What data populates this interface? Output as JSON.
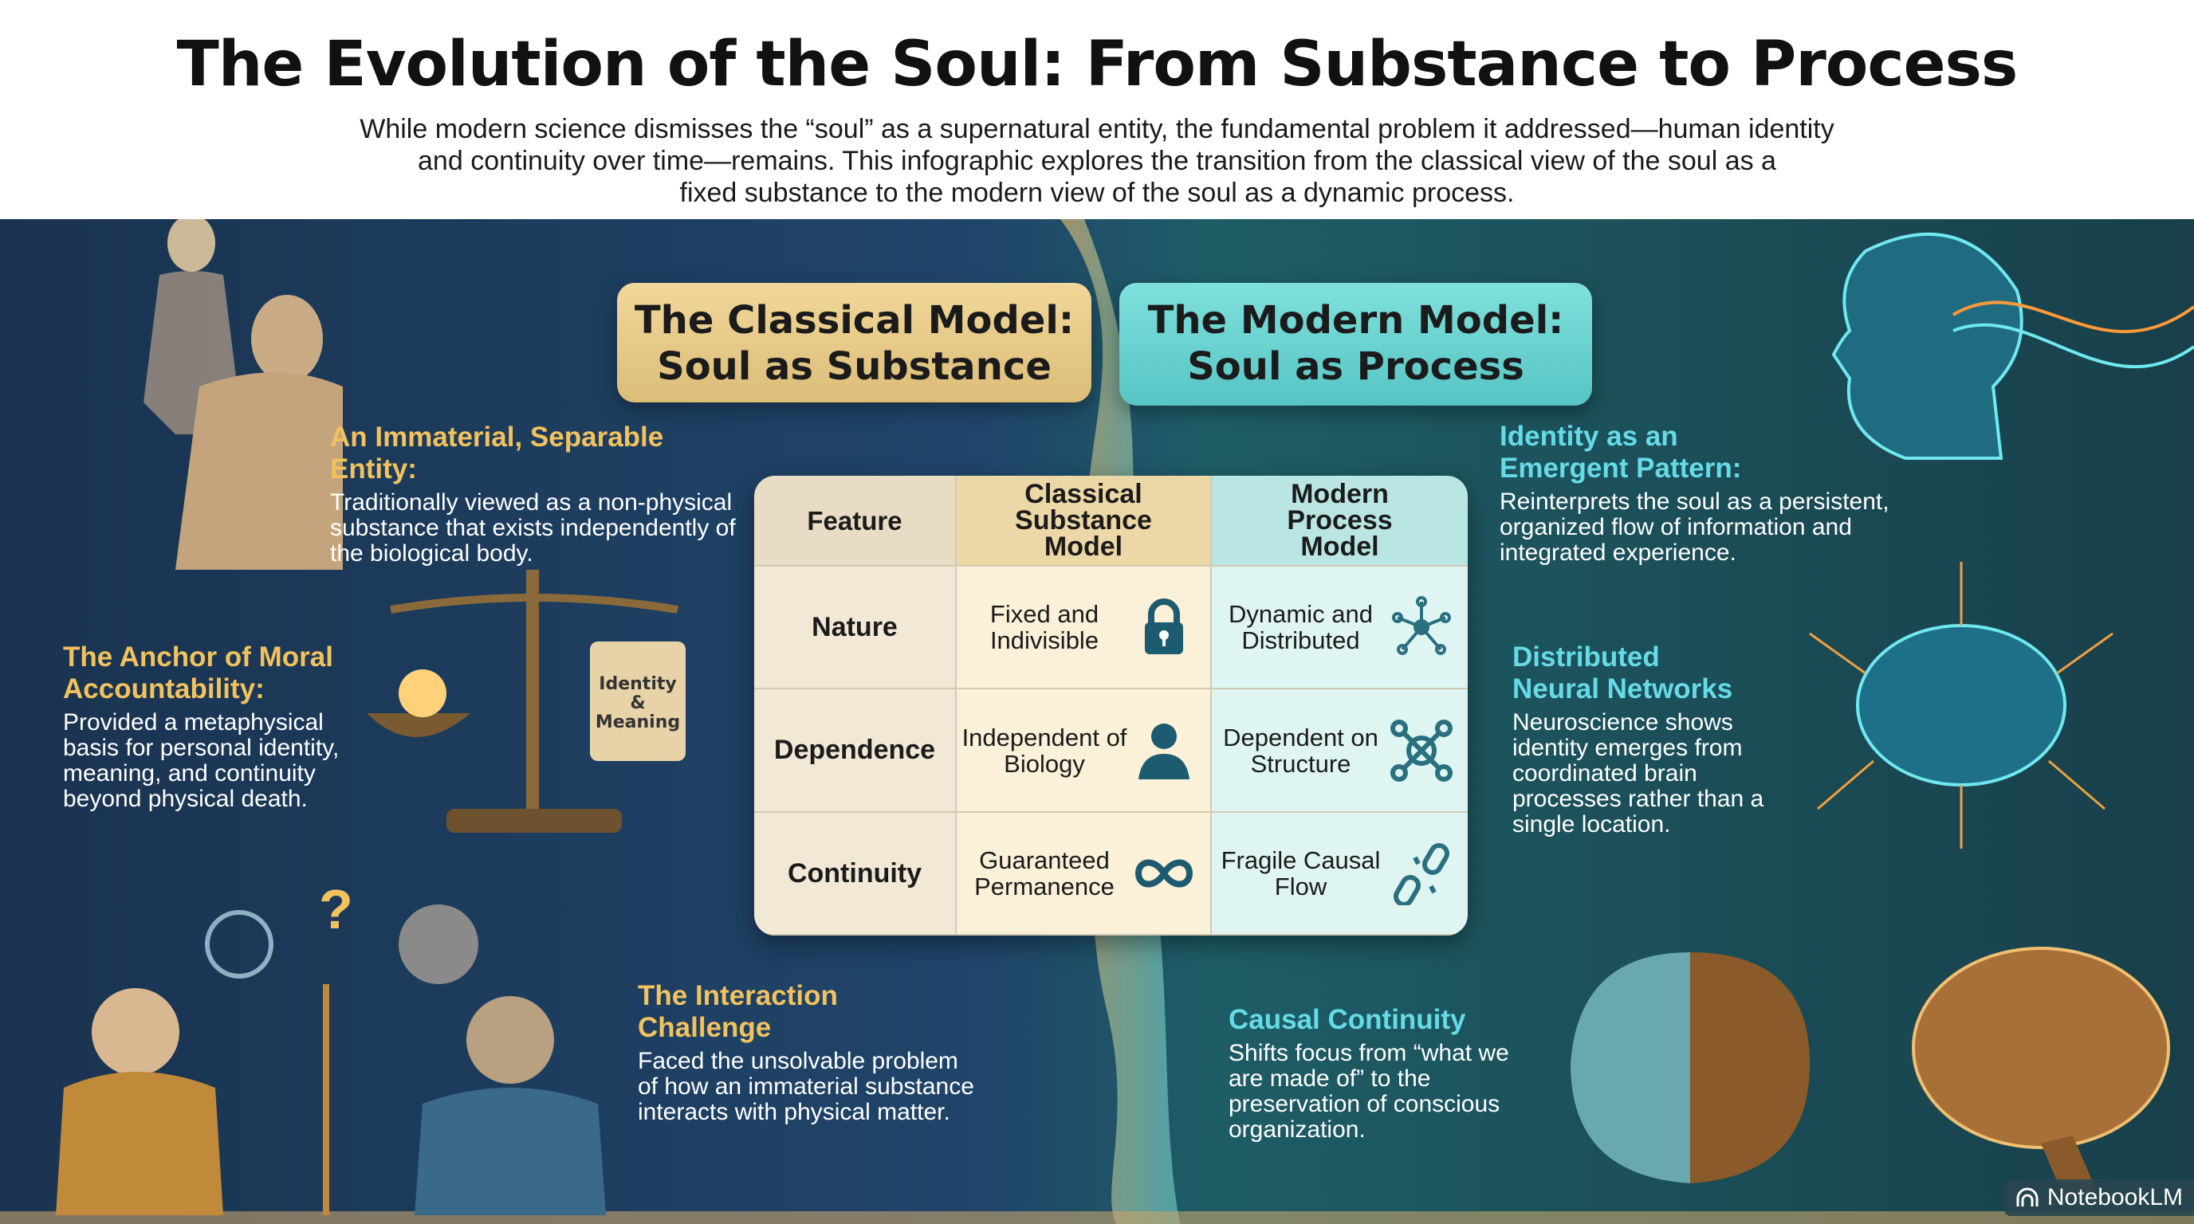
{
  "header": {
    "title": "The Evolution of the Soul: From Substance to Process",
    "subtitle_lines": [
      "While modern science dismisses the “soul” as a supernatural entity, the fundamental problem it addressed—human identity",
      "and continuity over time—remains. This infographic explores the transition from the classical view of the soul as a",
      "fixed substance to the modern view of the soul as a dynamic process."
    ]
  },
  "badges": {
    "classical": [
      "The Classical Model:",
      "Soul as Substance"
    ],
    "modern": [
      "The Modern Model:",
      "Soul as Process"
    ]
  },
  "table": {
    "headers": [
      "Feature",
      "Classical Substance Model",
      "Modern Process Model"
    ],
    "rows": [
      {
        "feature": "Nature",
        "classical": "Fixed and Indivisible",
        "classical_icon": "lock-icon",
        "modern": "Dynamic and Distributed",
        "modern_icon": "network-icon"
      },
      {
        "feature": "Dependence",
        "classical": "Independent of Biology",
        "classical_icon": "person-icon",
        "modern": "Dependent on Structure",
        "modern_icon": "circuit-icon"
      },
      {
        "feature": "Continuity",
        "classical": "Guaranteed Permanence",
        "classical_icon": "infinity-icon",
        "modern": "Fragile Causal Flow",
        "modern_icon": "broken-link-icon"
      }
    ]
  },
  "left": [
    {
      "title": "An Immaterial, Separable Entity:",
      "body": "Traditionally viewed as a non-physical substance that exists independently of the biological body."
    },
    {
      "title": "The Anchor of Moral Accountability:",
      "body": "Provided a metaphysical basis for personal identity, meaning, and continuity beyond physical death."
    },
    {
      "title": "The Interaction Challenge",
      "body": "Faced the unsolvable problem of how an immaterial substance interacts with physical matter."
    }
  ],
  "right": [
    {
      "title": "Identity as an Emergent Pattern:",
      "body": "Reinterprets the soul as a persistent, organized flow of information and integrated experience."
    },
    {
      "title": "Distributed Neural Networks",
      "body": "Neuroscience shows identity emerges from coordinated brain processes rather than a single location."
    },
    {
      "title": "Causal Continuity",
      "body": "Shifts focus from “what we are made of” to the preservation of conscious organization."
    }
  ],
  "scroll_label": "Identity & Meaning",
  "watermark": "NotebookLM",
  "colors": {
    "classical": "#e9cf8f",
    "modern": "#6fd3d0",
    "gold_heading": "#f2c25e",
    "cyan_heading": "#66dbe8"
  }
}
